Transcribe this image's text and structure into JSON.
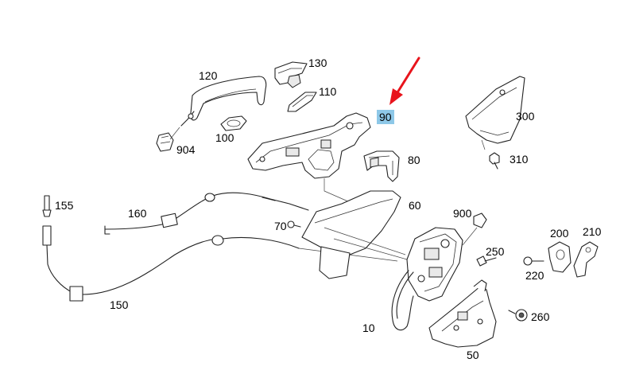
{
  "parts": [
    {
      "id": "p120",
      "label": "120"
    },
    {
      "id": "p130",
      "label": "130"
    },
    {
      "id": "p110",
      "label": "110"
    },
    {
      "id": "p90",
      "label": "90"
    },
    {
      "id": "p300",
      "label": "300"
    },
    {
      "id": "p904",
      "label": "904"
    },
    {
      "id": "p100",
      "label": "100"
    },
    {
      "id": "p80",
      "label": "80"
    },
    {
      "id": "p310",
      "label": "310"
    },
    {
      "id": "p155",
      "label": "155"
    },
    {
      "id": "p160",
      "label": "160"
    },
    {
      "id": "p60",
      "label": "60"
    },
    {
      "id": "p900",
      "label": "900"
    },
    {
      "id": "p70",
      "label": "70"
    },
    {
      "id": "p200",
      "label": "200"
    },
    {
      "id": "p210",
      "label": "210"
    },
    {
      "id": "p250",
      "label": "250"
    },
    {
      "id": "p220",
      "label": "220"
    },
    {
      "id": "p150",
      "label": "150"
    },
    {
      "id": "p260",
      "label": "260"
    },
    {
      "id": "p10",
      "label": "10"
    },
    {
      "id": "p50",
      "label": "50"
    }
  ],
  "highlighted_part": "90",
  "colors": {
    "highlight_bg": "#8ec8e8",
    "arrow": "#e8141c",
    "line": "#222222"
  }
}
